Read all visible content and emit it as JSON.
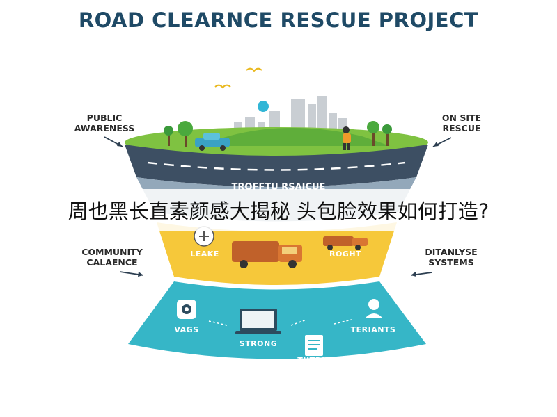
{
  "title": "ROAD CLEARNCE RESCUE PROJECT",
  "banner_text": "周也黑长直素颜感大揭秘 头包脸效果如何打造?",
  "side_labels": {
    "top_left": "PUBLIC\nAWARENESS",
    "top_right": "ON SITE\nRESCUE",
    "mid_left": "COMMUNITY\nCALAENCE",
    "mid_right": "DITANLYSE\nSYSTEMS"
  },
  "middle_tier": {
    "title": "TROFFTU RSAICUE",
    "left_label": "LEAKE",
    "right_label": "ROGHT"
  },
  "bottom_tier": {
    "labels": [
      "VAGS",
      "STRONG",
      "TERIANTS",
      "TUTPATES"
    ]
  },
  "colors": {
    "title": "#1f4a66",
    "grass": "#7fc241",
    "road": "#3d4f63",
    "tier_middle": "#f6c83a",
    "tier_bottom": "#36b6c7"
  },
  "icons": [
    "bird-icon",
    "sun-icon",
    "tree-icon",
    "car-icon",
    "person-icon",
    "truck-icon",
    "shield-icon",
    "laptop-icon",
    "user-icon",
    "document-icon"
  ]
}
